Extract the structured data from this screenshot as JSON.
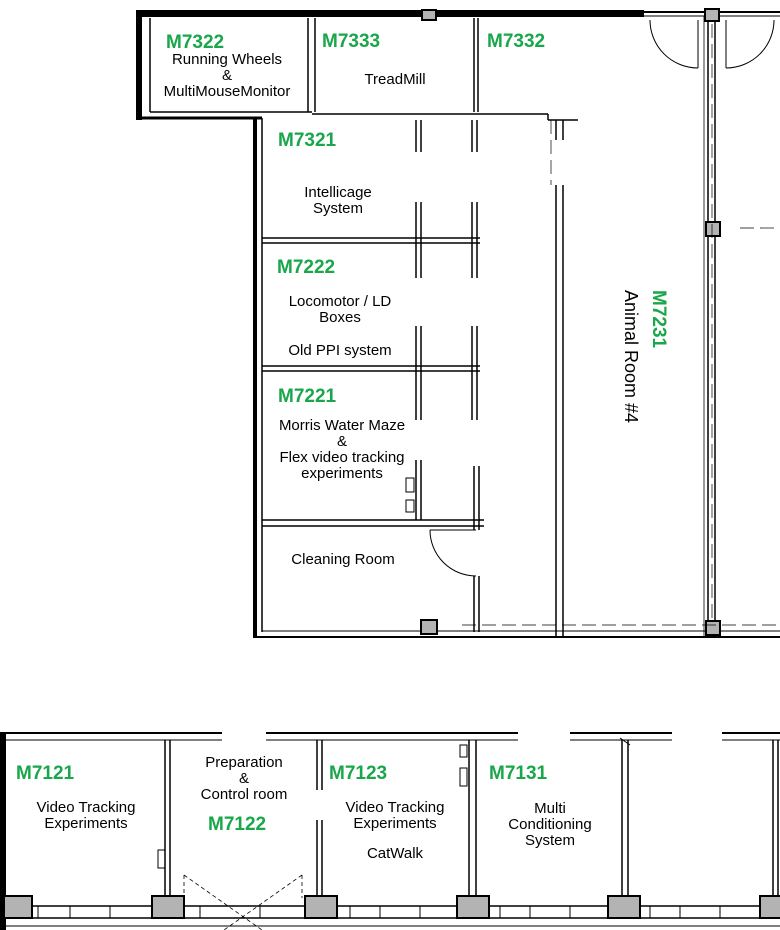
{
  "rooms": {
    "m7322": {
      "id": "M7322",
      "lines": [
        "Running Wheels",
        "&",
        "MultiMouseMonitor"
      ]
    },
    "m7333": {
      "id": "M7333",
      "lines": [
        "TreadMill"
      ]
    },
    "m7332": {
      "id": "M7332"
    },
    "m7321": {
      "id": "M7321",
      "lines": [
        "Intellicage",
        "System"
      ]
    },
    "m7222": {
      "id": "M7222",
      "lines": [
        "Locomotor / LD",
        "Boxes"
      ],
      "extra": "Old PPI system"
    },
    "m7221": {
      "id": "M7221",
      "lines": [
        "Morris Water Maze",
        "&",
        "Flex video tracking",
        "experiments"
      ]
    },
    "cleaning": {
      "lines": [
        "Cleaning Room"
      ]
    },
    "m7231": {
      "id": "M7231",
      "name": "Animal Room #4"
    },
    "m7121": {
      "id": "M7121",
      "lines": [
        "Video Tracking",
        "Experiments"
      ]
    },
    "m7122": {
      "id": "M7122",
      "lines": [
        "Preparation",
        "&",
        "Control room"
      ]
    },
    "m7123": {
      "id": "M7123",
      "lines": [
        "Video Tracking",
        "Experiments"
      ],
      "extra": "CatWalk"
    },
    "m7131": {
      "id": "M7131",
      "lines": [
        "Multi",
        "Conditioning",
        "System"
      ]
    }
  },
  "colors": {
    "room_id": "#1aa64a",
    "wall": "#000000",
    "column": "#b3b3b3"
  }
}
